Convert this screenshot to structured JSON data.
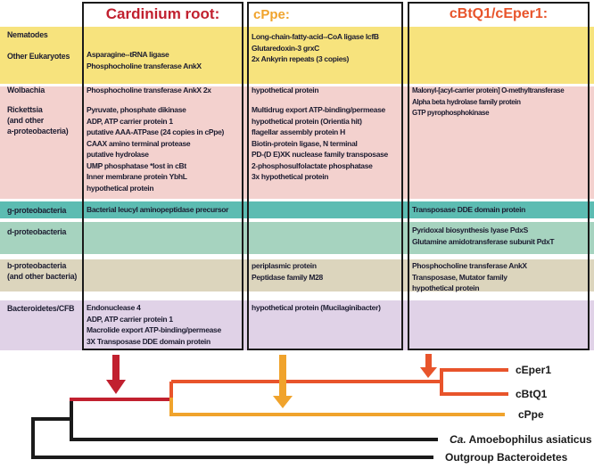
{
  "colors": {
    "cardinium_red": "#c1202f",
    "cppe_orange": "#f0a32c",
    "cbtq1_orange_red": "#e8542b",
    "band_yellow": "#f7e37d",
    "band_pink": "#f3d1ce",
    "band_teal": "#5cbcb2",
    "band_green": "#a6d3bf",
    "band_tan": "#dcd5bd",
    "band_lavender": "#e0d2e7",
    "text_dark": "#1c1c30",
    "tree_black": "#1a1a1a"
  },
  "headers": {
    "cardinium": "Cardinium root:",
    "cppe": "cPpe:",
    "cbtq1": "cBtQ1/cEper1:"
  },
  "row_labels": {
    "nematodes": "Nematodes",
    "eukaryotes": "Other Eukaryotes",
    "wolbachia": "Wolbachia",
    "rickettsia": [
      "Rickettsia",
      "(and other",
      "a-proteobacteria)"
    ],
    "g_proteo": "g-proteobacteria",
    "d_proteo": "d-proteobacteria",
    "b_proteo": [
      "b-proteobacteria",
      "(and other bacteria)"
    ],
    "cfb": "Bacteroidetes/CFB"
  },
  "cells": {
    "cardinium": {
      "eukaryotes": [
        "Asparagine--tRNA ligase",
        "Phosphocholine transferase AnkX"
      ],
      "wolbachia": [
        "Phosphocholine transferase AnkX 2x"
      ],
      "rickettsia": [
        "Pyruvate, phosphate dikinase",
        "ADP, ATP carrier protein 1",
        "putative AAA-ATPase (24 copies in cPpe)",
        "CAAX amino terminal protease",
        "putative hydrolase",
        "UMP phosphatase *lost in cBt",
        "Inner membrane protein YbhL",
        "hypothetical protein"
      ],
      "g_proteo": [
        "Bacterial leucyl aminopeptidase precursor"
      ],
      "cfb": [
        "Endonuclease 4",
        "ADP, ATP carrier protein 1",
        "Macrolide export ATP-binding/permease",
        "3X Transposase DDE domain protein"
      ]
    },
    "cppe": {
      "eukaryotes": [
        "Long-chain-fatty-acid--CoA ligase lcfB",
        "Glutaredoxin-3 grxC",
        "2x Ankyrin repeats (3 copies)"
      ],
      "wolbachia": [
        "hypothetical protein"
      ],
      "rickettsia": [
        "Multidrug export ATP-binding/permease",
        "hypothetical protein (Orientia hit)",
        "flagellar assembly protein H",
        "Biotin-protein ligase, N terminal",
        "PD-(D E)XK nuclease family transposase",
        "2-phosphosulfolactate phosphatase",
        "3x hypothetical protein"
      ],
      "b_proteo": [
        "periplasmic protein",
        "Peptidase family M28"
      ],
      "cfb": [
        "hypothetical protein (Mucilaginibacter)"
      ]
    },
    "cbtq1": {
      "wolbachia": [
        "Malonyl-[acyl-carrier protein] O-methyltransferase",
        "Alpha beta hydrolase family protein",
        "GTP pyrophosphokinase"
      ],
      "g_proteo": [
        "Transposase DDE domain protein"
      ],
      "d_proteo": [
        "Pyridoxal biosynthesis lyase PdxS",
        "Glutamine amidotransferase subunit PdxT"
      ],
      "b_proteo": [
        "Phosphocholine transferase AnkX",
        "Transposase, Mutator family",
        "hypothetical protein"
      ]
    }
  },
  "tree": {
    "tips": {
      "ceper1": "cEper1",
      "cbtq1": "cBtQ1",
      "cppe": "cPpe",
      "amoebophilus_prefix": "Ca.",
      "amoebophilus": " Amoebophilus asiaticus",
      "outgroup": "Outgroup Bacteroidetes"
    }
  }
}
